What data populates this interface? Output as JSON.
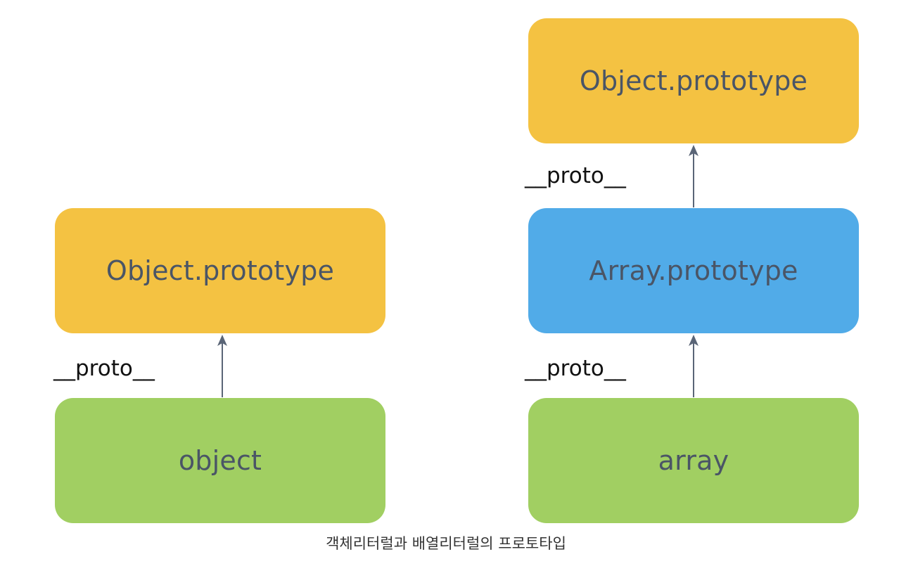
{
  "diagram": {
    "left": {
      "prototype_box": "Object.prototype",
      "object_box": "object",
      "link_label": "__proto__"
    },
    "right": {
      "top_box": "Object.prototype",
      "middle_box": "Array.prototype",
      "bottom_box": "array",
      "upper_link_label": "__proto__",
      "lower_link_label": "__proto__"
    },
    "caption": "객체리터럴과 배열리터럴의 프로토타입"
  },
  "colors": {
    "object_prototype": "#f4c242",
    "array_prototype": "#51abe8",
    "instance": "#a1cf62",
    "arrow": "#5a6577",
    "box_text": "#4a5566"
  }
}
